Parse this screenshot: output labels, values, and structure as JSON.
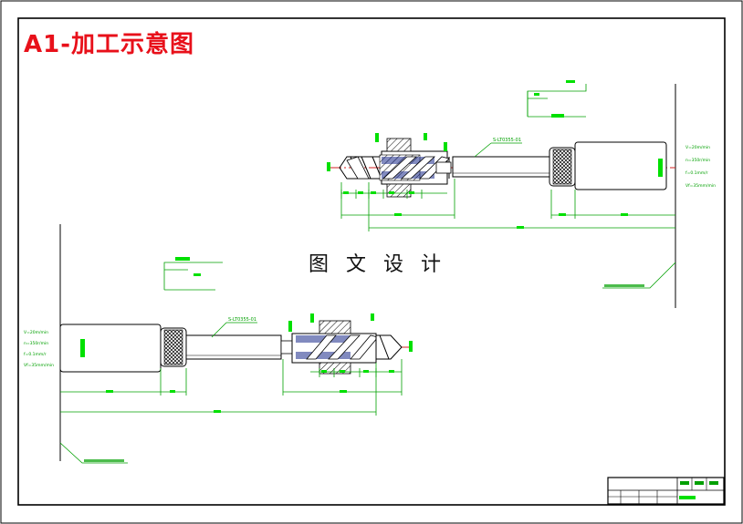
{
  "title": "A1-加工示意图",
  "watermark": "图 文 设 计",
  "upper_tool": {
    "part_label": "S-LT0355-01",
    "params": [
      "V=20m/min",
      "n=350r/min",
      "f=0.1mm/r",
      "Vf=35mm/min"
    ]
  },
  "lower_tool": {
    "part_label": "S-LT0355-01",
    "params": [
      "V=20m/min",
      "n=350r/min",
      "f=0.1mm/r",
      "Vf=35mm/min"
    ]
  },
  "colors": {
    "title": "#e8101a",
    "outline": "#000000",
    "dimension": "#00a000",
    "centerline": "#d02020",
    "highlight": "#00e000",
    "section": "#1a2a8a"
  }
}
